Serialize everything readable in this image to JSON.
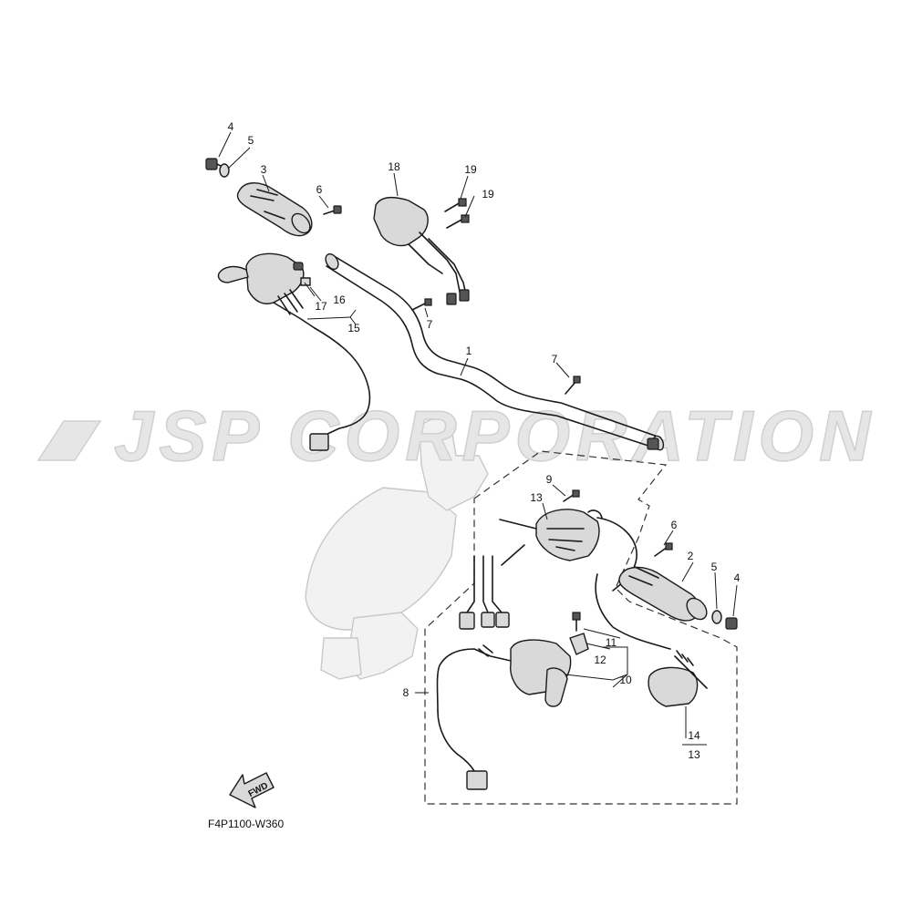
{
  "watermark": {
    "text": "JSP CORPORATION"
  },
  "diagram_code": "F4P1100-W360",
  "fwd_label": "FWD",
  "callouts": {
    "c4a": "4",
    "c5a": "5",
    "c3": "3",
    "c6a": "6",
    "c18": "18",
    "c19a": "19",
    "c19b": "19",
    "c17": "17",
    "c16": "16",
    "c15": "15",
    "c7a": "7",
    "c1": "1",
    "c7b": "7",
    "c9": "9",
    "c13a": "13",
    "c6b": "6",
    "c2": "2",
    "c5b": "5",
    "c4b": "4",
    "c11": "11",
    "c12": "12",
    "c10": "10",
    "c8": "8",
    "c14": "14",
    "c13b": "13"
  }
}
